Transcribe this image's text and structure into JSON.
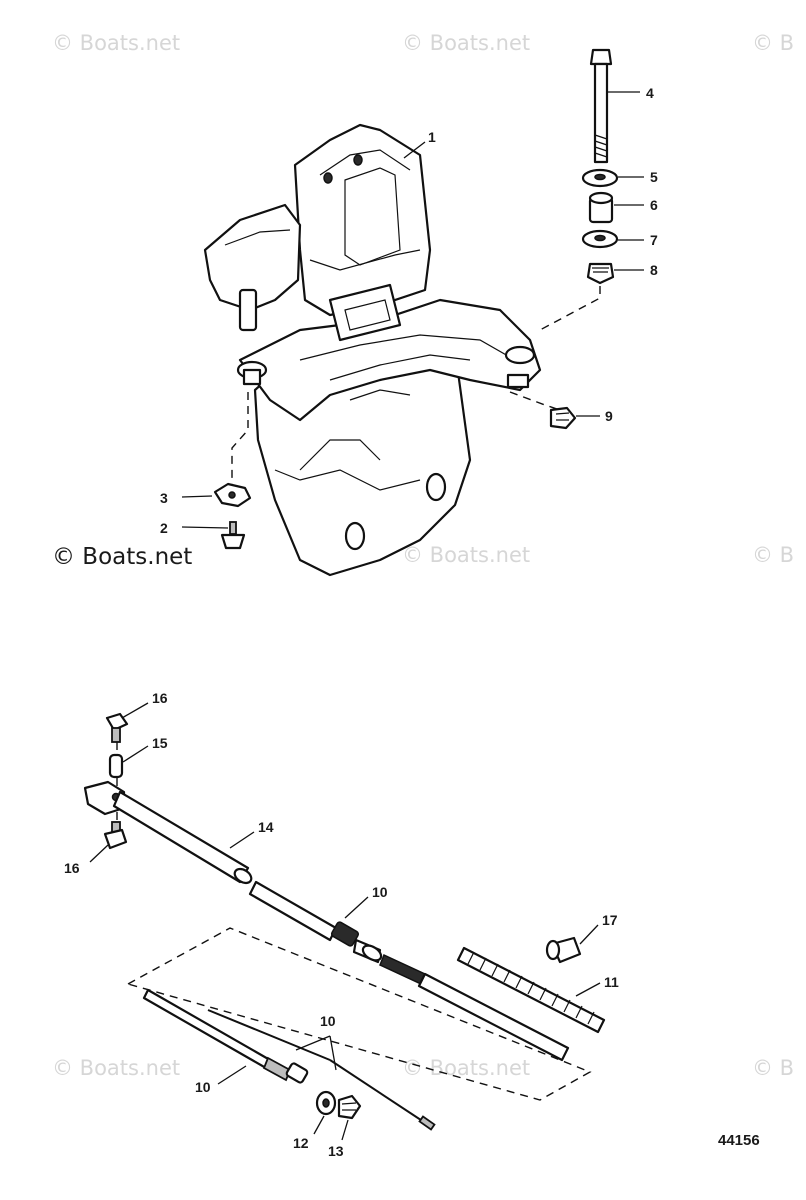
{
  "watermarks": {
    "top_left": "© Boats.net",
    "top_center": "© Boats.net",
    "top_right": "© B",
    "mid_left": "© Boats.net",
    "mid_center": "© Boats.net",
    "mid_right": "© B",
    "bottom_left": "© Boats.net",
    "bottom_center": "© Boats.net",
    "bottom_right": "© B"
  },
  "callouts": {
    "c1": "1",
    "c2": "2",
    "c3": "3",
    "c4": "4",
    "c5": "5",
    "c6": "6",
    "c7": "7",
    "c8": "8",
    "c9": "9",
    "c10_cable": "10",
    "c10_kit": "10",
    "c10_inner": "10",
    "c11": "11",
    "c12": "12",
    "c13": "13",
    "c14": "14",
    "c15": "15",
    "c16_top": "16",
    "c16_bottom": "16",
    "c17": "17"
  },
  "drawing_number": "44156"
}
